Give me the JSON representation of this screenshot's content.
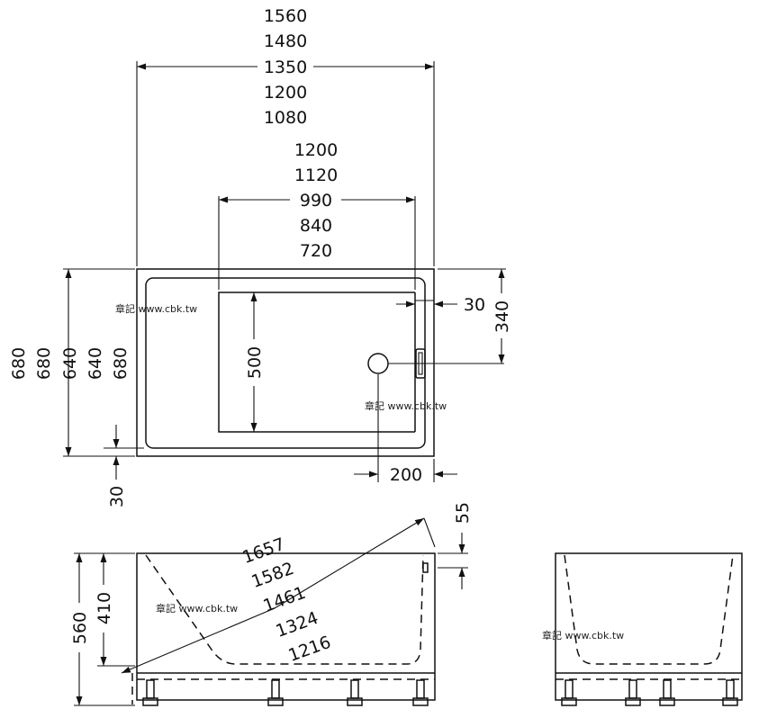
{
  "top_view": {
    "width_labels": [
      "1560",
      "1480",
      "1350",
      "1200",
      "1080"
    ],
    "inner_width_labels": [
      "1200",
      "1120",
      "990",
      "840",
      "720"
    ],
    "depth_labels": [
      "680",
      "680",
      "640",
      "640",
      "680"
    ],
    "inner_depth": "500",
    "drain_offset_side": "30",
    "drain_offset_depth": "340",
    "drain_offset_width": "200",
    "rim_thickness": "30"
  },
  "side_view": {
    "diagonal_labels": [
      "1657",
      "1582",
      "1461",
      "1324",
      "1216"
    ],
    "total_height": "560",
    "inner_height": "410",
    "overflow_height": "55"
  },
  "watermarks": [
    "章記 www.cbk.tw",
    "章記 www.cbk.tw",
    "章記 www.cbk.tw",
    "章記 www.cbk.tw"
  ]
}
